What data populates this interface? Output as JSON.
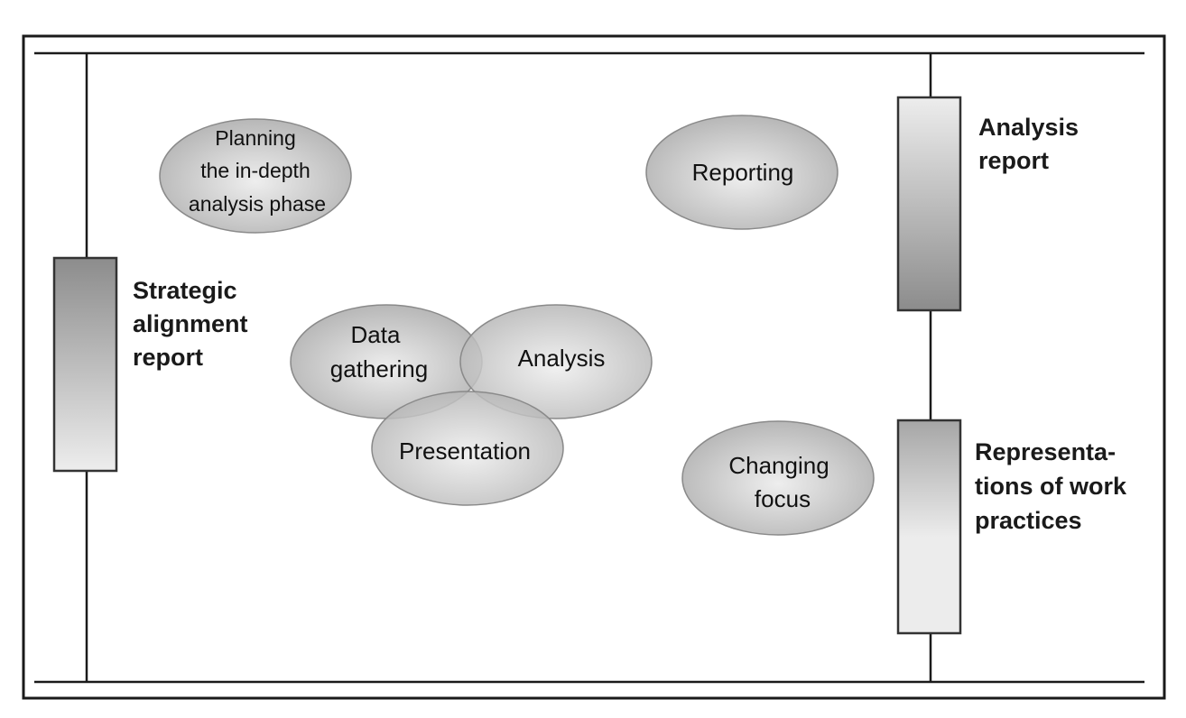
{
  "bubbles": {
    "planning": {
      "lines": [
        "Planning",
        "the in-depth",
        "analysis phase"
      ]
    },
    "reporting": {
      "lines": [
        "Reporting"
      ]
    },
    "data_gathering": {
      "lines": [
        "Data",
        "gathering"
      ]
    },
    "analysis": {
      "lines": [
        "Analysis"
      ]
    },
    "presentation": {
      "lines": [
        "Presentation"
      ]
    },
    "changing_focus": {
      "lines": [
        "Changing",
        "focus"
      ]
    }
  },
  "documents": {
    "strategic_alignment": {
      "lines": [
        "Strategic",
        "alignment",
        "report"
      ]
    },
    "analysis_report": {
      "lines": [
        "Analysis",
        "report"
      ]
    },
    "work_practices": {
      "lines": [
        "Representa-",
        "tions of work",
        "practices"
      ]
    }
  },
  "colors": {
    "line": "#1a1a1a",
    "bubble_light": "#ececec",
    "bubble_dark": "#b4b4b4",
    "bar_light": "#ececec",
    "bar_dark": "#8a8a8a"
  }
}
